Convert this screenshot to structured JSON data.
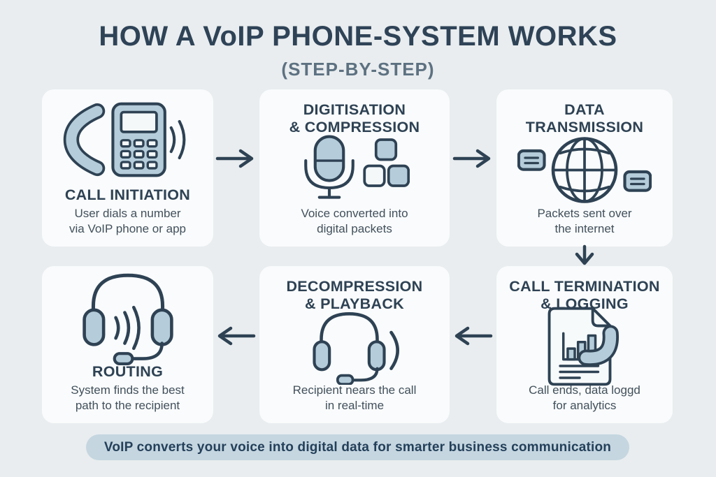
{
  "header": {
    "title": "HOW A VoIP PHONE-SYSTEM WORKS",
    "subtitle": "(STEP-BY-STEP)"
  },
  "steps": [
    {
      "title": "CALL INITIATION",
      "description": "User dials a number\nvia VoIP phone or app",
      "icon": "voip-phone-icon"
    },
    {
      "title": "DIGITISATION\n& COMPRESSION",
      "description": "Voice converted into\ndigital packets",
      "icon": "microphone-packets-icon"
    },
    {
      "title": "DATA\nTRANSMISSION",
      "description": "Packets sent over\nthe internet",
      "icon": "globe-packets-icon"
    },
    {
      "title": "ROUTING",
      "description": "System finds the best\npath to the recipient",
      "icon": "headset-waves-icon"
    },
    {
      "title": "DECOMPRESSION\n& PLAYBACK",
      "description": "Recipient nears the call\nin real-time",
      "icon": "headset-playback-icon"
    },
    {
      "title": "CALL TERMINATION\n& LOGGING",
      "description": "Call ends, data loggd\nfor analytics",
      "icon": "call-log-document-icon"
    }
  ],
  "flow_arrows": [
    "right",
    "right",
    "down",
    "left",
    "left"
  ],
  "footer": {
    "banner": "VoIP converts your voice into digital data for smarter business communication"
  },
  "colors": {
    "background": "#e9edef",
    "card": "#f9fbfc",
    "accent_navy": "#2e4254",
    "icon_fill": "#b5cdda",
    "icon_fill_light": "#f4f8f9",
    "pill_background": "#c5d6e0",
    "subtitle": "#5d7181",
    "description": "#42505b"
  }
}
